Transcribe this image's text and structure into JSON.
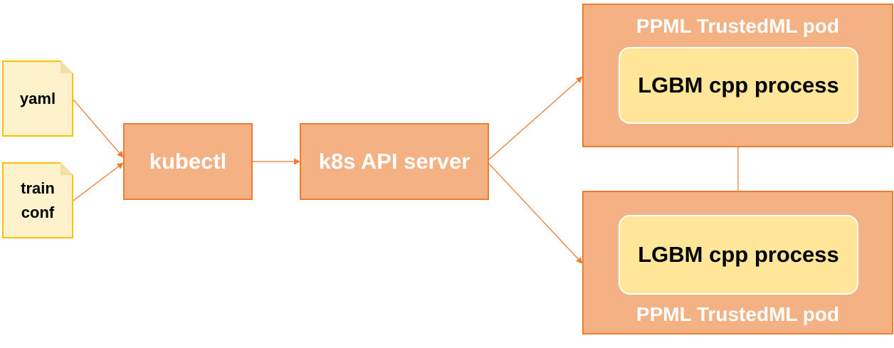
{
  "inputs": {
    "yaml": "yaml",
    "train_conf_line1": "train",
    "train_conf_line2": "conf"
  },
  "nodes": {
    "kubectl": "kubectl",
    "api_server": "k8s API server"
  },
  "pods": [
    {
      "title": "PPML TrustedML pod",
      "process": "LGBM cpp process"
    },
    {
      "title": "PPML TrustedML pod",
      "process": "LGBM cpp process"
    }
  ],
  "colors": {
    "document_fill": "#fef2cc",
    "document_border": "#ffc000",
    "box_fill": "#f4b183",
    "box_border": "#ed7d31",
    "process_fill": "#ffe699",
    "arrow": "#ed7d31"
  }
}
